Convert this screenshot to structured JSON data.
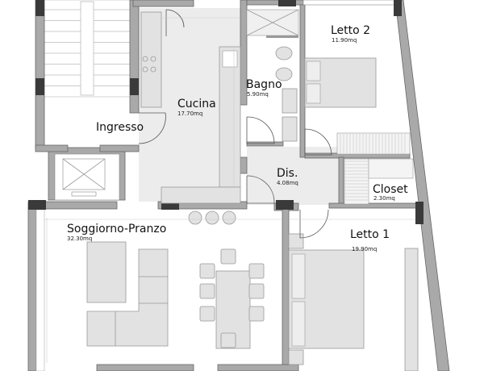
{
  "plan": {
    "rooms": [
      {
        "id": "cucina",
        "name": "Cucina",
        "area": "17.70mq"
      },
      {
        "id": "ingresso",
        "name": "Ingresso"
      },
      {
        "id": "bagno",
        "name": "Bagno",
        "area": "5.90mq"
      },
      {
        "id": "letto2",
        "name": "Letto 2",
        "area": "11.90mq"
      },
      {
        "id": "dis",
        "name": "Dis.",
        "area": "4.08mq"
      },
      {
        "id": "closet",
        "name": "Closet",
        "area": "2.30mq"
      },
      {
        "id": "soggiorno",
        "name": "Soggiorno-Pranzo",
        "area": "32.30mq"
      },
      {
        "id": "letto1",
        "name": "Letto 1",
        "area": "19.90mq"
      }
    ],
    "colors": {
      "wall": "#a9a9a9",
      "pillar": "#3a3a3a",
      "floor_grey": "#ececec",
      "furniture": "#e2e2e2"
    }
  }
}
